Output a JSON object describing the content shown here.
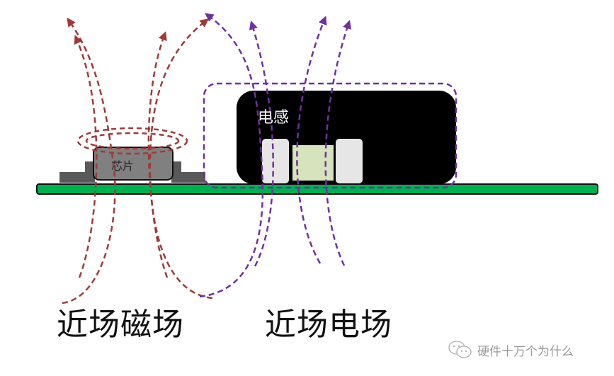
{
  "labels": {
    "magnetic_field": "近场磁场",
    "electric_field": "近场电场",
    "chip": "芯片",
    "inductor": "电感"
  },
  "watermark": {
    "icon": "wechat-icon",
    "text": "硬件十万个为什么"
  },
  "colors": {
    "magnetic_lines": "#9e3a3a",
    "electric_lines": "#7030a0",
    "pcb": "#00b050",
    "chip_body": "#808080",
    "chip_pads": "#595959",
    "inductor_body": "#000000",
    "inductor_terminals": "#e6e6e6",
    "inductor_core": "#d6e3bc"
  }
}
